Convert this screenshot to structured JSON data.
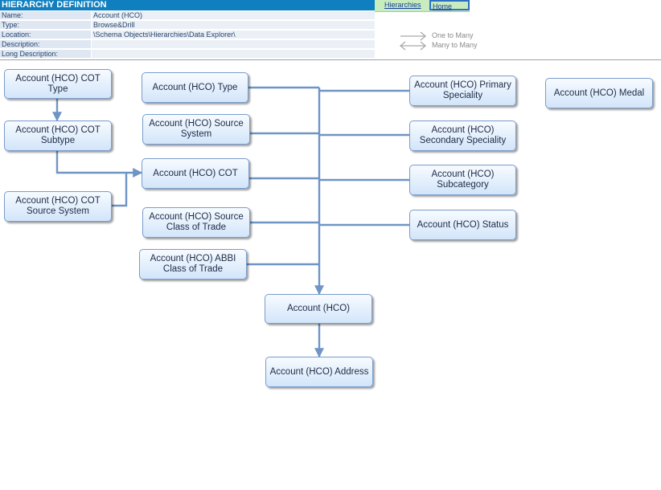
{
  "header": {
    "title": "HIERARCHY DEFINITION",
    "links": {
      "hierarchies": "Hierarchies",
      "home": "Home"
    },
    "fields": [
      {
        "label": "Name:",
        "value": "Account (HCO)"
      },
      {
        "label": "Type:",
        "value": "Browse&Drill"
      },
      {
        "label": "Location:",
        "value": "\\Schema Objects\\Hierarchies\\Data Explorer\\"
      },
      {
        "label": "Description:",
        "value": ""
      },
      {
        "label": "Long Description:",
        "value": ""
      }
    ],
    "legend": {
      "one_to_many": "One to Many",
      "many_to_many": "Many to Many"
    }
  },
  "diagram": {
    "nodes": [
      {
        "id": "cot-type",
        "label": "Account (HCO) COT Type"
      },
      {
        "id": "cot-subtype",
        "label": "Account (HCO) COT Subtype"
      },
      {
        "id": "cot-source-system",
        "label": "Account (HCO) COT Source System"
      },
      {
        "id": "type",
        "label": "Account (HCO) Type"
      },
      {
        "id": "source-system",
        "label": "Account (HCO) Source System"
      },
      {
        "id": "cot",
        "label": "Account (HCO) COT"
      },
      {
        "id": "source-class-of-trade",
        "label": "Account (HCO) Source Class of Trade"
      },
      {
        "id": "abbi-class-of-trade",
        "label": "Account (HCO) ABBI Class of Trade"
      },
      {
        "id": "primary-speciality",
        "label": "Account (HCO) Primary Speciality"
      },
      {
        "id": "secondary-speciality",
        "label": "Account (HCO) Secondary Speciality"
      },
      {
        "id": "subcategory",
        "label": "Account (HCO) Subcategory"
      },
      {
        "id": "status",
        "label": "Account (HCO) Status"
      },
      {
        "id": "medal",
        "label": "Account (HCO) Medal"
      },
      {
        "id": "account",
        "label": "Account (HCO)"
      },
      {
        "id": "address",
        "label": "Account (HCO) Address"
      }
    ],
    "edges": [
      {
        "from": "cot-type",
        "to": "cot-subtype"
      },
      {
        "from": "cot-subtype",
        "to": "cot"
      },
      {
        "from": "cot-source-system",
        "to": "cot"
      },
      {
        "from": "type",
        "to": "account"
      },
      {
        "from": "source-system",
        "to": "account"
      },
      {
        "from": "cot",
        "to": "account"
      },
      {
        "from": "source-class-of-trade",
        "to": "account"
      },
      {
        "from": "abbi-class-of-trade",
        "to": "account"
      },
      {
        "from": "primary-speciality",
        "to": "account"
      },
      {
        "from": "secondary-speciality",
        "to": "account"
      },
      {
        "from": "subcategory",
        "to": "account"
      },
      {
        "from": "status",
        "to": "account"
      },
      {
        "from": "account",
        "to": "address"
      }
    ],
    "colors": {
      "connector": "#6f95c5",
      "node_border": "#7a9ccc",
      "header_bar": "#0f7fbf",
      "tab_strip": "#c9ecbf"
    }
  }
}
